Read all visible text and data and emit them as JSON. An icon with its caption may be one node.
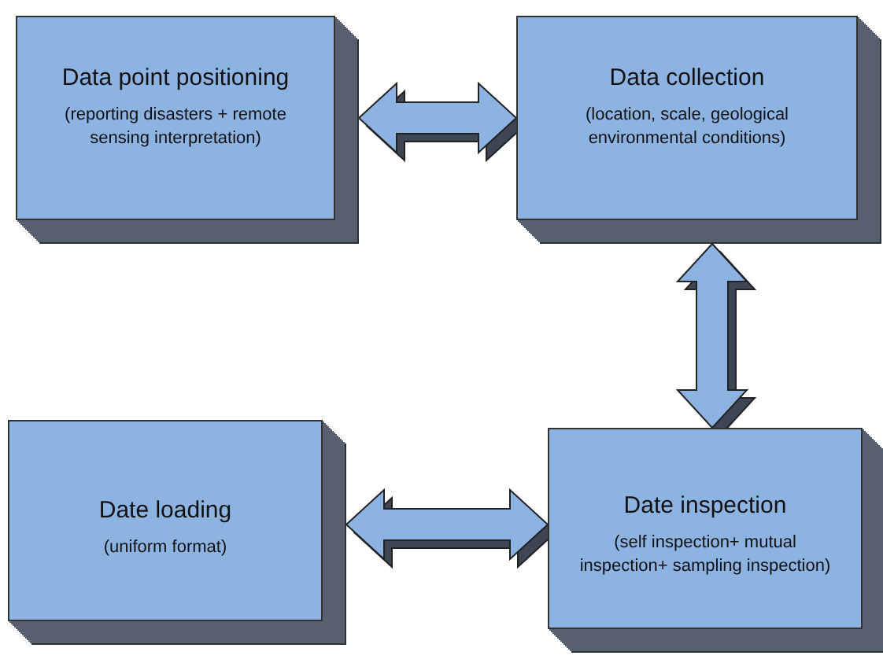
{
  "diagram": {
    "nodes": [
      {
        "text": [
          "Data point positioning",
          "(reporting disasters + remote sensing interpretation)"
        ]
      },
      {
        "text": [
          "Data collection",
          "(location, scale, geological environmental conditions)"
        ]
      },
      {
        "text": [
          "Date loading",
          "(uniform format)"
        ]
      },
      {
        "text": [
          "Date inspection",
          "(self inspection+ mutual inspection+ sampling inspection)"
        ]
      }
    ],
    "edges": [
      {
        "from": 0,
        "to": 1,
        "arrow": "both"
      },
      {
        "from": 1,
        "to": 3,
        "arrow": "both"
      },
      {
        "from": 2,
        "to": 3,
        "arrow": "both"
      }
    ]
  }
}
